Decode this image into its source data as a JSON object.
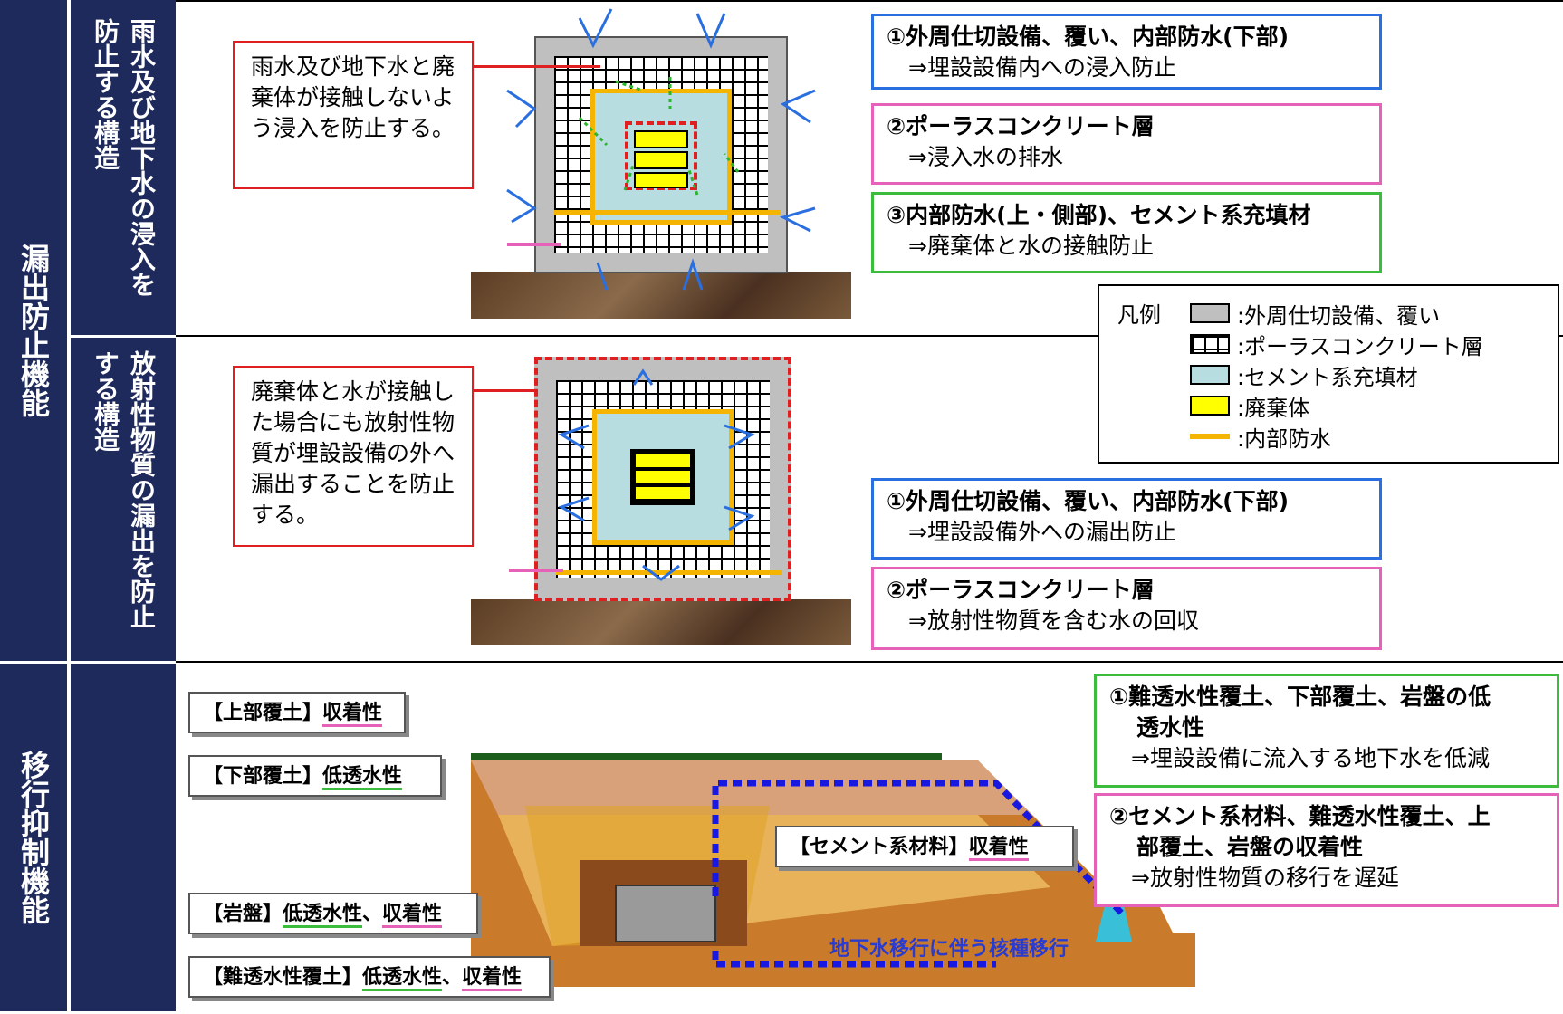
{
  "left_labels": {
    "leak_prevention": "漏出防止機能",
    "migration_suppression": "移行抑制機能",
    "rain_groundwater": "雨水及び地下水の浸入を防止する構造",
    "radioactive_leak": "放射性物質の漏出を防止する構造"
  },
  "notes": {
    "top": "雨水及び地下水と廃棄体が接触しないよう浸入を防止する。",
    "middle": "廃棄体と水が接触した場合にも放射性物質が埋設設備の外へ漏出することを防止する。"
  },
  "boxes_top": [
    {
      "title": "①外周仕切設備、覆い、内部防水(下部)",
      "desc": "⇒埋設設備内への浸入防止",
      "color": "#2a6fe0"
    },
    {
      "title": "②ポーラスコンクリート層",
      "desc": "⇒浸入水の排水",
      "color": "#e661b8"
    },
    {
      "title": "③内部防水(上・側部)、セメント系充填材",
      "desc": "⇒廃棄体と水の接触防止",
      "color": "#3cbc3c"
    }
  ],
  "legend": {
    "title": "凡例",
    "items": [
      {
        "label": ":外周仕切設備、覆い",
        "swatch": "#bfbfbf"
      },
      {
        "label": ":ポーラスコンクリート層",
        "swatch": "grid"
      },
      {
        "label": ":セメント系充填材",
        "swatch": "#b7dde0"
      },
      {
        "label": ":廃棄体",
        "swatch": "#ffff00"
      },
      {
        "label": ":内部防水",
        "swatch": "#f5b400"
      }
    ]
  },
  "boxes_middle": [
    {
      "title": "①外周仕切設備、覆い、内部防水(下部)",
      "desc": "⇒埋設設備外への漏出防止",
      "color": "#2a6fe0"
    },
    {
      "title": "②ポーラスコンクリート層",
      "desc": "⇒放射性物質を含む水の回収",
      "color": "#e661b8"
    }
  ],
  "boxes_bottom": [
    {
      "title": "①難透水性覆土、下部覆土、岩盤の低",
      "title2": "透水性",
      "desc": "⇒埋設設備に流入する地下水を低減",
      "color": "#3cbc3c"
    },
    {
      "title": "②セメント系材料、難透水性覆土、上",
      "title2": "部覆土、岩盤の収着性",
      "desc": "⇒放射性物質の移行を遅延",
      "color": "#e661b8"
    }
  ],
  "cross_section_labels": {
    "upper_soil": {
      "head": "【上部覆土】",
      "prop": "収着性"
    },
    "lower_soil": {
      "head": "【下部覆土】",
      "prop": "低透水性"
    },
    "cement": {
      "head": "【セメント系材料】",
      "prop": "収着性"
    },
    "bedrock": {
      "head": "【岩盤】",
      "prop1": "低透水性",
      "sep": "、",
      "prop2": "収着性"
    },
    "impermeable_soil": {
      "head": "【難透水性覆土】",
      "prop1": "低透水性",
      "sep": "、",
      "prop2": "収着性"
    },
    "flow": "地下水移行に伴う核種移行"
  }
}
